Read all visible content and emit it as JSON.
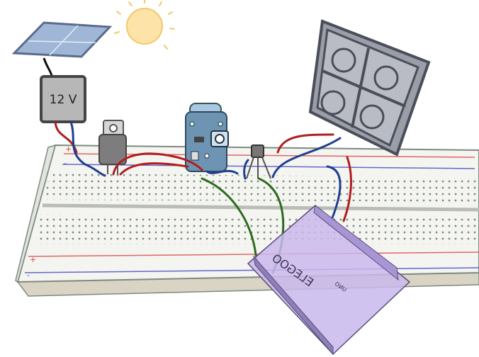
{
  "power_box": {
    "label": "12 V"
  },
  "breadboard": {
    "plus_label": "+",
    "minus_label": "-"
  },
  "arduino": {
    "brand": "ELEGOO",
    "model": "UNO"
  },
  "colors": {
    "wire_red": "#b01e1e",
    "wire_blue": "#1f3f8f",
    "wire_green": "#2e6b1f",
    "arduino_fill": "#c9b8ec",
    "board_fill": "#f4f5f1",
    "sun": "#fde3a7",
    "sensor_board": "#6d94b3",
    "fan": "#9a9ea8"
  }
}
